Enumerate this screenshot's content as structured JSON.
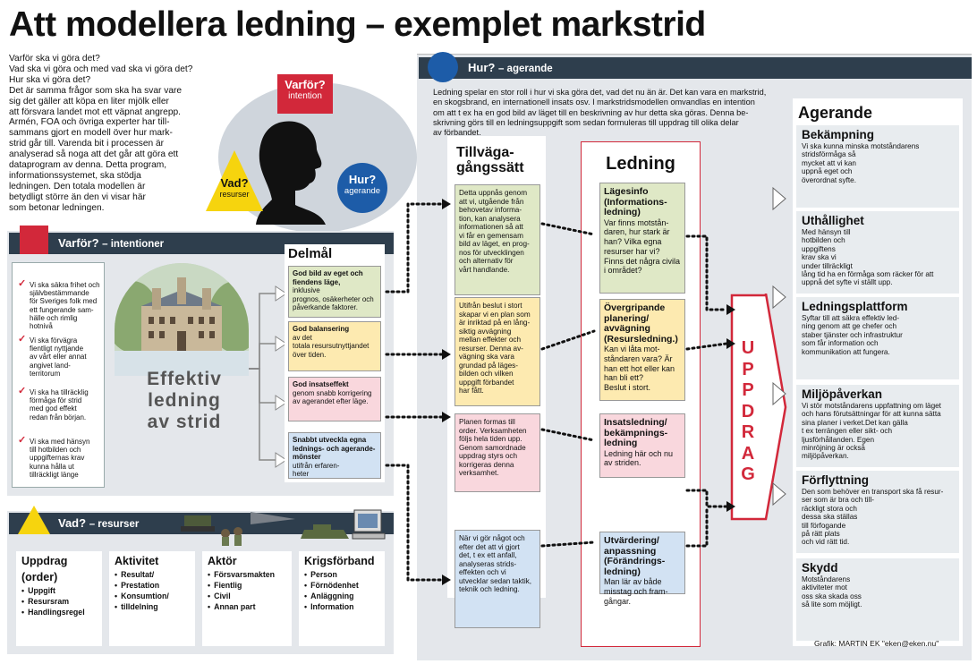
{
  "title": "Att modellera ledning – exemplet markstrid",
  "intro": [
    "Varför ska vi göra det?",
    "Vad ska vi göra och med vad ska vi göra det?",
    "Hur ska vi göra det?",
    "Det är samma frågor som ska ha svar vare",
    "sig det gäller att köpa en liter mjölk eller",
    "att försvara landet mot ett väpnat angrepp.",
    "Armén, FOA och övriga experter har till-",
    "sammans gjort en modell över hur mark-",
    "strid går till. Varenda bit i processen är",
    "analyserad så noga att det går att göra ett",
    "dataprogram av denna. Detta program,",
    "informationssystemet, ska stödja",
    "ledningen. Den totala modellen är",
    "betydligt större än den vi visar här",
    "som betonar ledningen."
  ],
  "model": {
    "why": {
      "title": "Varför?",
      "sub": "intention"
    },
    "what": {
      "title": "Vad?",
      "sub": "resurser"
    },
    "how": {
      "title": "Hur?",
      "sub": "agerande"
    }
  },
  "varfor": {
    "title": "Varför?",
    "sub": "– intentioner",
    "items": [
      [
        "Vi ska säkra frihet och",
        "självbestämmande",
        "för Sveriges folk med",
        "ett fungerande sam-",
        "hälle och rimlig",
        "hotnivå"
      ],
      [
        "Vi ska förvägra",
        "fientligt nyttjande",
        "av vårt eller annat",
        "angivet land-",
        "territorum"
      ],
      [
        "Vi ska ha tillräcklig",
        "förmåga för strid",
        "med god effekt",
        "redan från början."
      ],
      [
        "Vi ska med hänsyn",
        "till hotbilden och",
        "uppgifternas krav",
        "kunna hålla ut",
        "tillräckligt länge"
      ]
    ],
    "center": [
      "Effektiv",
      "ledning",
      "av strid"
    ]
  },
  "delmal": {
    "title": "Delmål",
    "items": [
      {
        "bold": [
          "God bild av eget och",
          "fiendens läge,"
        ],
        "text": [
          "inklusive",
          "prognos, osäkerheter och",
          "påverkande faktorer."
        ],
        "color": "#dfe8c6"
      },
      {
        "bold": [
          "God balansering"
        ],
        "text": [
          "av det",
          "totala resursutnyttjandet",
          "över tiden."
        ],
        "color": "#fdeab0"
      },
      {
        "bold": [
          "God insatseffekt"
        ],
        "text": [
          "genom snabb korrigering",
          "av agerandet efter läge."
        ],
        "color": "#f9d7dd"
      },
      {
        "bold": [
          "Snabbt utveckla egna",
          "lednings- och agerande-",
          "mönster"
        ],
        "text": [
          "utifrån erfaren-",
          "heter"
        ],
        "color": "#d2e2f3"
      }
    ]
  },
  "hur": {
    "title": "Hur?",
    "sub": "– agerande",
    "text": [
      "Ledning spelar en stor roll i hur vi ska göra det, vad det nu än är. Det kan vara en markstrid,",
      "en skogsbrand, en internationell insats osv. I markstridsmodellen omvandlas en intention",
      "om att t ex ha en god bild av läget till en beskrivning av hur detta ska göras. Denna be-",
      "skrivning görs till en ledningsuppgift som sedan formuleras till uppdrag till olika delar",
      "av förbandet."
    ]
  },
  "tillvaga": {
    "title": [
      "Tillväga-",
      "gångssätt"
    ],
    "items": [
      {
        "lines": [
          "Detta uppnås genom",
          "att vi, utgående från",
          "behovetav informa-",
          "tion, kan analysera",
          "informationen så att",
          "vi får en gemensam",
          "bild av läget, en prog-",
          "nos för utvecklingen",
          "och alternativ för",
          "vårt handlande."
        ],
        "color": "#dfe8c6"
      },
      {
        "lines": [
          "Utifrån beslut i stort",
          "skapar vi en plan som",
          "är inriktad på en lång-",
          "siktig avvägning",
          "mellan effekter och",
          "resurser. Denna av-",
          "vägning ska vara",
          "grundad på läges-",
          "bilden och vilken",
          "uppgift förbandet",
          "har fått."
        ],
        "color": "#fdeab0"
      },
      {
        "lines": [
          "Planen formas till",
          "order. Verksamheten",
          "följs hela tiden upp.",
          "Genom samordnade",
          "uppdrag styrs och",
          "korrigeras denna",
          "verksamhet."
        ],
        "color": "#f9d7dd"
      },
      {
        "lines": [
          "När vi gör något och",
          "efter det att vi gjort",
          "det, t ex ett anfall,",
          "analyseras strids-",
          "effekten och vi",
          "utvecklar sedan taktik,",
          "teknik och ledning."
        ],
        "color": "#d2e2f3"
      }
    ]
  },
  "ledning": {
    "title": "Ledning",
    "items": [
      {
        "head": [
          "Lägesinfo",
          "(Informations-",
          "ledning)"
        ],
        "lines": [
          "Var finns motstån-",
          "daren, hur stark är",
          "han? Vilka egna",
          "resurser har vi?",
          "Finns det några civila",
          "i området?"
        ],
        "color": "#dfe8c6"
      },
      {
        "head": [
          "Övergripande",
          "planering/",
          "avvägning",
          "(Resursledning.)"
        ],
        "lines": [
          "Kan vi låta mot-",
          "ståndaren vara? Är",
          "han ett hot eller kan",
          "han bli ett?",
          "Beslut i stort."
        ],
        "color": "#fdeab0"
      },
      {
        "head": [
          "Insatsledning/",
          "bekämpnings-",
          "ledning"
        ],
        "lines": [
          "Ledning här och nu",
          "av striden."
        ],
        "color": "#f9d7dd"
      },
      {
        "head": [
          "Utvärdering/",
          "anpassning",
          "(Förändrings-",
          "ledning)"
        ],
        "lines": [
          "Man lär av både",
          "misstag och fram-",
          "gångar."
        ],
        "color": "#d2e2f3"
      }
    ]
  },
  "uppdrag": [
    "U",
    "P",
    "P",
    "D",
    "R",
    "A",
    "G"
  ],
  "agerande": {
    "title": "Agerande",
    "items": [
      {
        "title": "Bekämpning",
        "lines": [
          "Vi ska kunna minska motståndarens",
          "stridsförmåga så",
          "mycket att vi kan",
          "uppnå eget och",
          "överordnat syfte."
        ]
      },
      {
        "title": "Uthållighet",
        "lines": [
          "Med hänsyn till",
          "hotbilden och",
          "uppgiftens",
          "krav ska vi",
          "under tillräckligt",
          "lång tid ha en förmåga som räcker för att",
          "uppnå det syfte vi ställt upp."
        ]
      },
      {
        "title": "Ledningsplattform",
        "lines": [
          "Syftar till att säkra effektiv led-",
          "ning genom att ge  chefer och",
          "staber tjänster och infrastruktur",
          "som får information och",
          "kommunikation att fungera."
        ]
      },
      {
        "title": "Miljöpåverkan",
        "lines": [
          "Vi stör motståndarens uppfattning om läget",
          "och hans förutsättningar för att kunna sätta",
          "sina planer i verket.Det kan gälla",
          "t ex terrängen eller sikt- och",
          "ljusförhållanden.  Egen",
          "minröjning är också",
          "miljöpåverkan."
        ]
      },
      {
        "title": "Förflyttning",
        "lines": [
          "Den som behöver en transport ska få resur-",
          "ser som är bra och till-",
          "räckligt stora och",
          "dessa ska ställas",
          "till förfogande",
          "på rätt plats",
          "och vid rätt tid."
        ]
      },
      {
        "title": "Skydd",
        "lines": [
          "Motståndarens",
          "aktiviteter mot",
          "oss ska skada oss",
          "så lite som möjligt."
        ]
      }
    ]
  },
  "vad": {
    "title": "Vad?",
    "sub": "– resurser",
    "boxes": [
      {
        "title": [
          "Uppdrag",
          "(order)"
        ],
        "items": [
          "Uppgift",
          "Resursram",
          "Handlingsregel"
        ]
      },
      {
        "title": [
          "Aktivitet"
        ],
        "items": [
          "Resultat/",
          "Prestation",
          "Konsumtion/",
          "tilldelning"
        ]
      },
      {
        "title": [
          "Aktör"
        ],
        "items": [
          "Försvarsmakten",
          "Fientlig",
          "Civil",
          "Annan part"
        ]
      },
      {
        "title": [
          "Krigsförband"
        ],
        "items": [
          "Person",
          "Förnödenhet",
          "Anläggning",
          "Information"
        ]
      }
    ]
  },
  "credit": "Grafik: MARTIN EK \"eken@eken.nu\"",
  "colors": {
    "red": "#d2283a",
    "blue": "#1d5ca8",
    "yellow": "#f6d40e",
    "dark": "#2e3e4d"
  }
}
